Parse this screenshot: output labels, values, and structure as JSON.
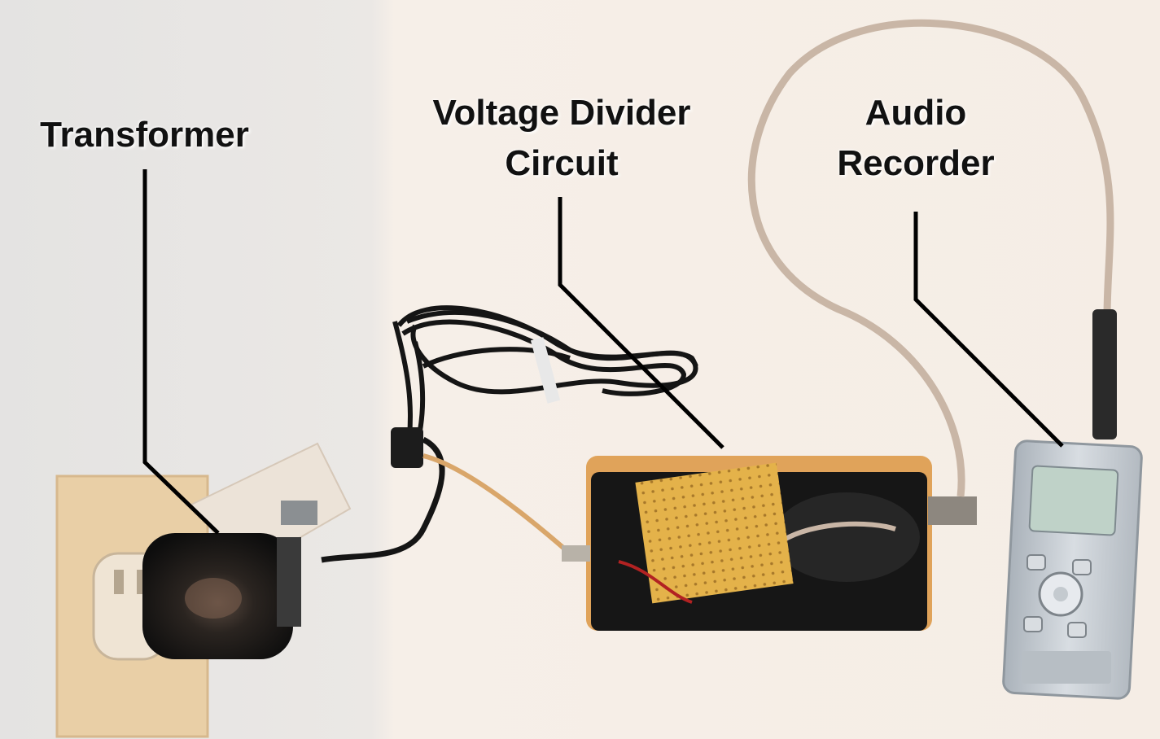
{
  "labels": {
    "transformer": "Transformer",
    "voltage_divider_line1": "Voltage Divider",
    "voltage_divider_line2": "Circuit",
    "audio_recorder_line1": "Audio",
    "audio_recorder_line2": "Recorder"
  },
  "colors": {
    "wall": "#f3ece6",
    "wall_left_shadow": "#e6e2df",
    "outlet_plate": "#e8cfa8",
    "transformer_body": "#1a1a1a",
    "enclosure": "#161616",
    "enclosure_rim": "#e0a35a",
    "perfboard": "#e4b24a",
    "recorder_body": "#c8cdd2",
    "leader_line": "#000000",
    "recorder_cable": "#c9b6a6"
  },
  "icons": [
    "transformer",
    "voltage-divider-circuit",
    "audio-recorder",
    "wall-outlet",
    "coiled-cable"
  ]
}
